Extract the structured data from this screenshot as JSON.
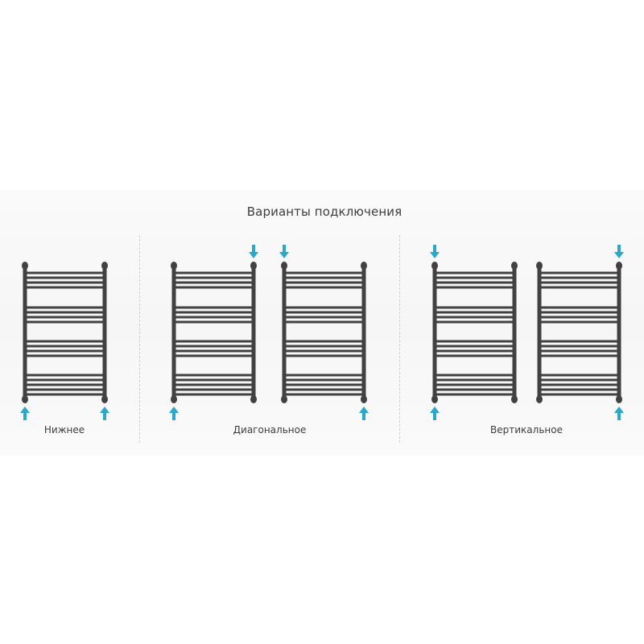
{
  "title": "Варианты подключения",
  "groups": [
    {
      "label": "Нижнее"
    },
    {
      "label": "Диагональное"
    },
    {
      "label": "Вертикальное"
    }
  ],
  "colors": {
    "rail": "#414141",
    "arrow": "#2aa7c9",
    "text": "#3d3d3d",
    "background": "#ffffff",
    "band": "#f6f6f6",
    "separator": "#cfcfcf"
  },
  "towel_rails": [
    {
      "group": "Нижнее",
      "arrows": [
        "bottom-left-up",
        "bottom-right-up"
      ]
    },
    {
      "group": "Диагональное",
      "arrows": [
        "bottom-left-up",
        "top-right-down"
      ]
    },
    {
      "group": "Диагональное",
      "arrows": [
        "top-left-down",
        "bottom-right-up"
      ]
    },
    {
      "group": "Вертикальное",
      "arrows": [
        "top-left-down",
        "bottom-left-up"
      ]
    },
    {
      "group": "Вертикальное",
      "arrows": [
        "top-right-down",
        "bottom-right-up"
      ]
    }
  ],
  "icons": {
    "rail": "towel-rail-icon",
    "arrow_up": "arrow-up-icon",
    "arrow_down": "arrow-down-icon"
  }
}
